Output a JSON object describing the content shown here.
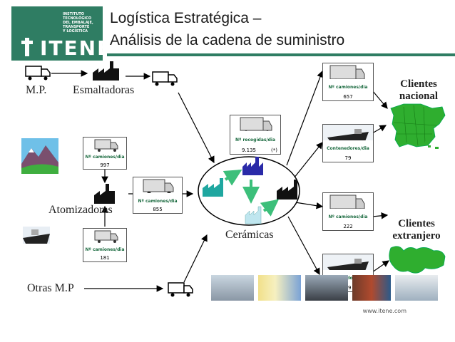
{
  "header": {
    "logo_small_text": "INSTITUTO\nTECNOLÓGICO\nDEL EMBALAJE,\nTRANSPORTE\nY LOGÍSTICA",
    "logo_brand": "ITENE",
    "title_line1": "Logística Estratégica –",
    "title_line2": "Análisis de la cadena de suministro"
  },
  "labels": {
    "mp": "M.P.",
    "esmaltadoras": "Esmaltadoras",
    "atomizadoras": "Atomizadoras",
    "ceramicas": "Cerámicas",
    "otras_mp": "Otras M.P",
    "clientes_nacional_1": "Clientes",
    "clientes_nacional_2": "nacional",
    "clientes_extranjero_1": "Clientes",
    "clientes_extranjero_2": "extranjero"
  },
  "boxes": {
    "atomiz_in_caption": "Nº camiones/dia",
    "atomiz_in_value": "997",
    "atomiz_out_caption": "Nº camiones/dia",
    "atomiz_out_value": "855",
    "ship_in_caption": "Nº camiones/dia",
    "ship_in_value": "181",
    "recogidas_caption": "Nº recogidas/dia",
    "recogidas_value": "9.135",
    "recogidas_note": "(*)",
    "nac_trucks_caption": "Nº camiones/dia",
    "nac_trucks_value": "657",
    "nac_cont_caption": "Contenedores/dia",
    "nac_cont_value": "79",
    "ext_trucks_caption": "Nº camiones/dia",
    "ext_trucks_value": "222",
    "ext_cont_caption": "Contenedores/dia",
    "ext_cont_value": "79"
  },
  "footer": {
    "url": "www.itene.com"
  },
  "colors": {
    "brand": "#2f7d63",
    "map": "#2fae2f",
    "factory": "#111111",
    "factory_blue": "#2a2aa8",
    "factory_teal": "#1fa7a0",
    "arrow_green": "#3cbf7a"
  }
}
